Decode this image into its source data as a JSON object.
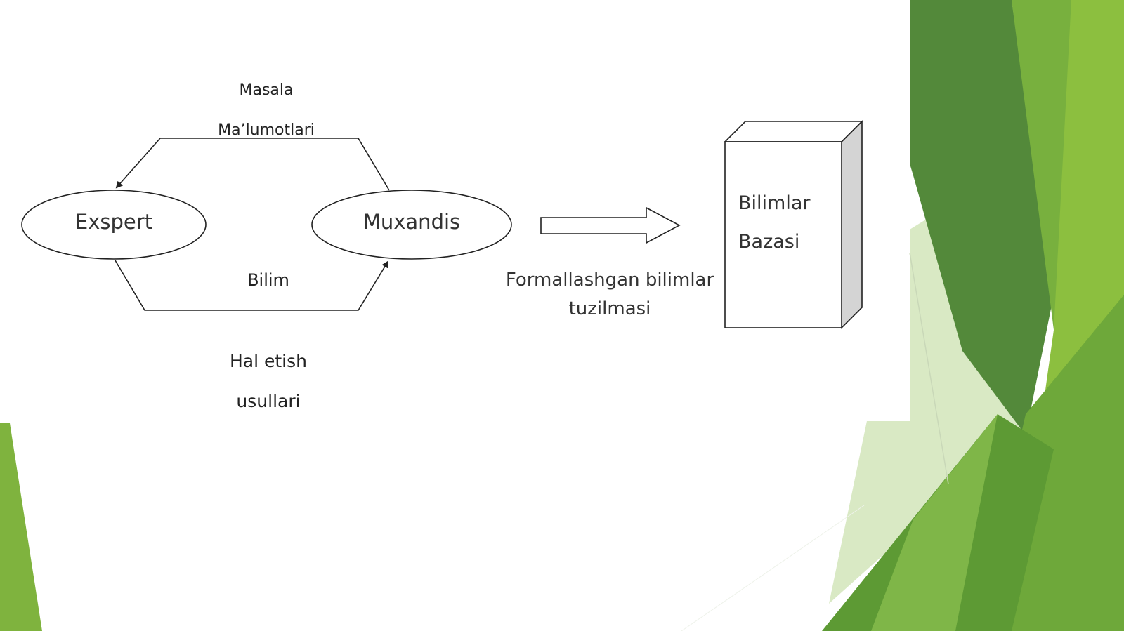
{
  "diagram": {
    "nodes": {
      "expert": "Exspert",
      "engineer": "Muxandis",
      "knowledge_base_line1": "Bilimlar",
      "knowledge_base_line2": "Bazasi"
    },
    "labels": {
      "problem_line1": "Masala",
      "problem_line2": "Ma’lumotlari",
      "knowledge": "Bilim",
      "methods_line1": "Hal etish",
      "methods_line2": "usullari",
      "formalized_line1": "Formallashgan bilimlar",
      "formalized_line2": "tuzilmasi"
    }
  },
  "theme": {
    "green_dark": "#4f8a2e",
    "green_mid": "#6aa83a",
    "green_light": "#8cbf3f",
    "green_pale": "#c8dfa8",
    "line": "#222222",
    "box_side": "#d4d4d4"
  }
}
